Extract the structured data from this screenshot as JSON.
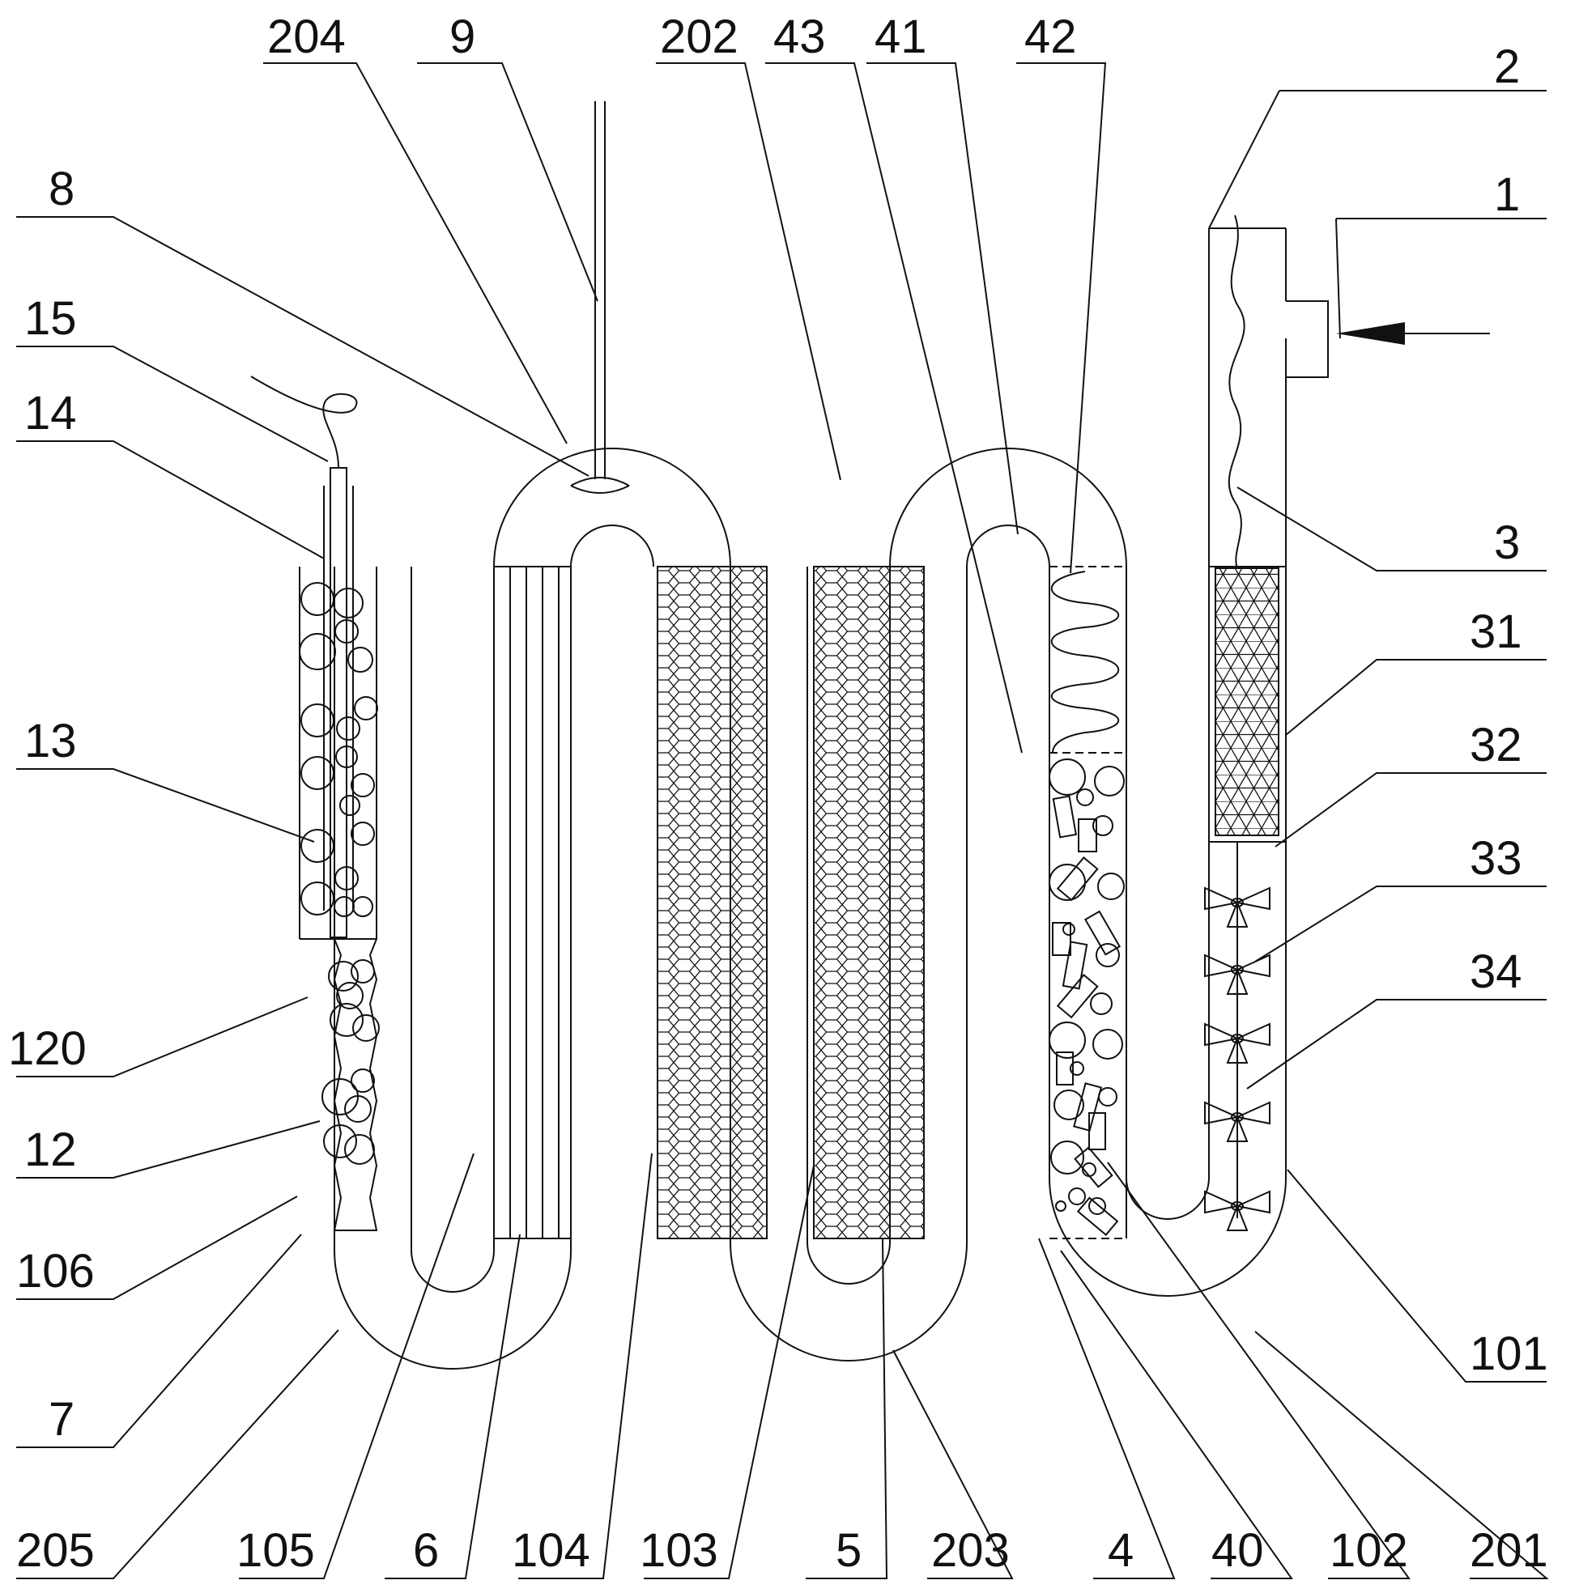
{
  "figure": {
    "stroke_color": "#111111",
    "background": "#ffffff"
  },
  "labels": {
    "l204": "204",
    "l9": "9",
    "l202": "202",
    "l43": "43",
    "l41": "41",
    "l42": "42",
    "l2": "2",
    "l1": "1",
    "l8": "8",
    "l15": "15",
    "l14": "14",
    "l3": "3",
    "l31": "31",
    "l13": "13",
    "l32": "32",
    "l33": "33",
    "l34": "34",
    "l120": "120",
    "l12": "12",
    "l106": "106",
    "l101": "101",
    "l7": "7",
    "l205": "205",
    "l105": "105",
    "l6": "6",
    "l104": "104",
    "l103": "103",
    "l5": "5",
    "l203": "203",
    "l4": "4",
    "l40": "40",
    "l102": "102",
    "l201": "201"
  },
  "icons": {
    "inlet_arrow": "arrow-left-icon",
    "fan": "propeller-fan-icon"
  }
}
